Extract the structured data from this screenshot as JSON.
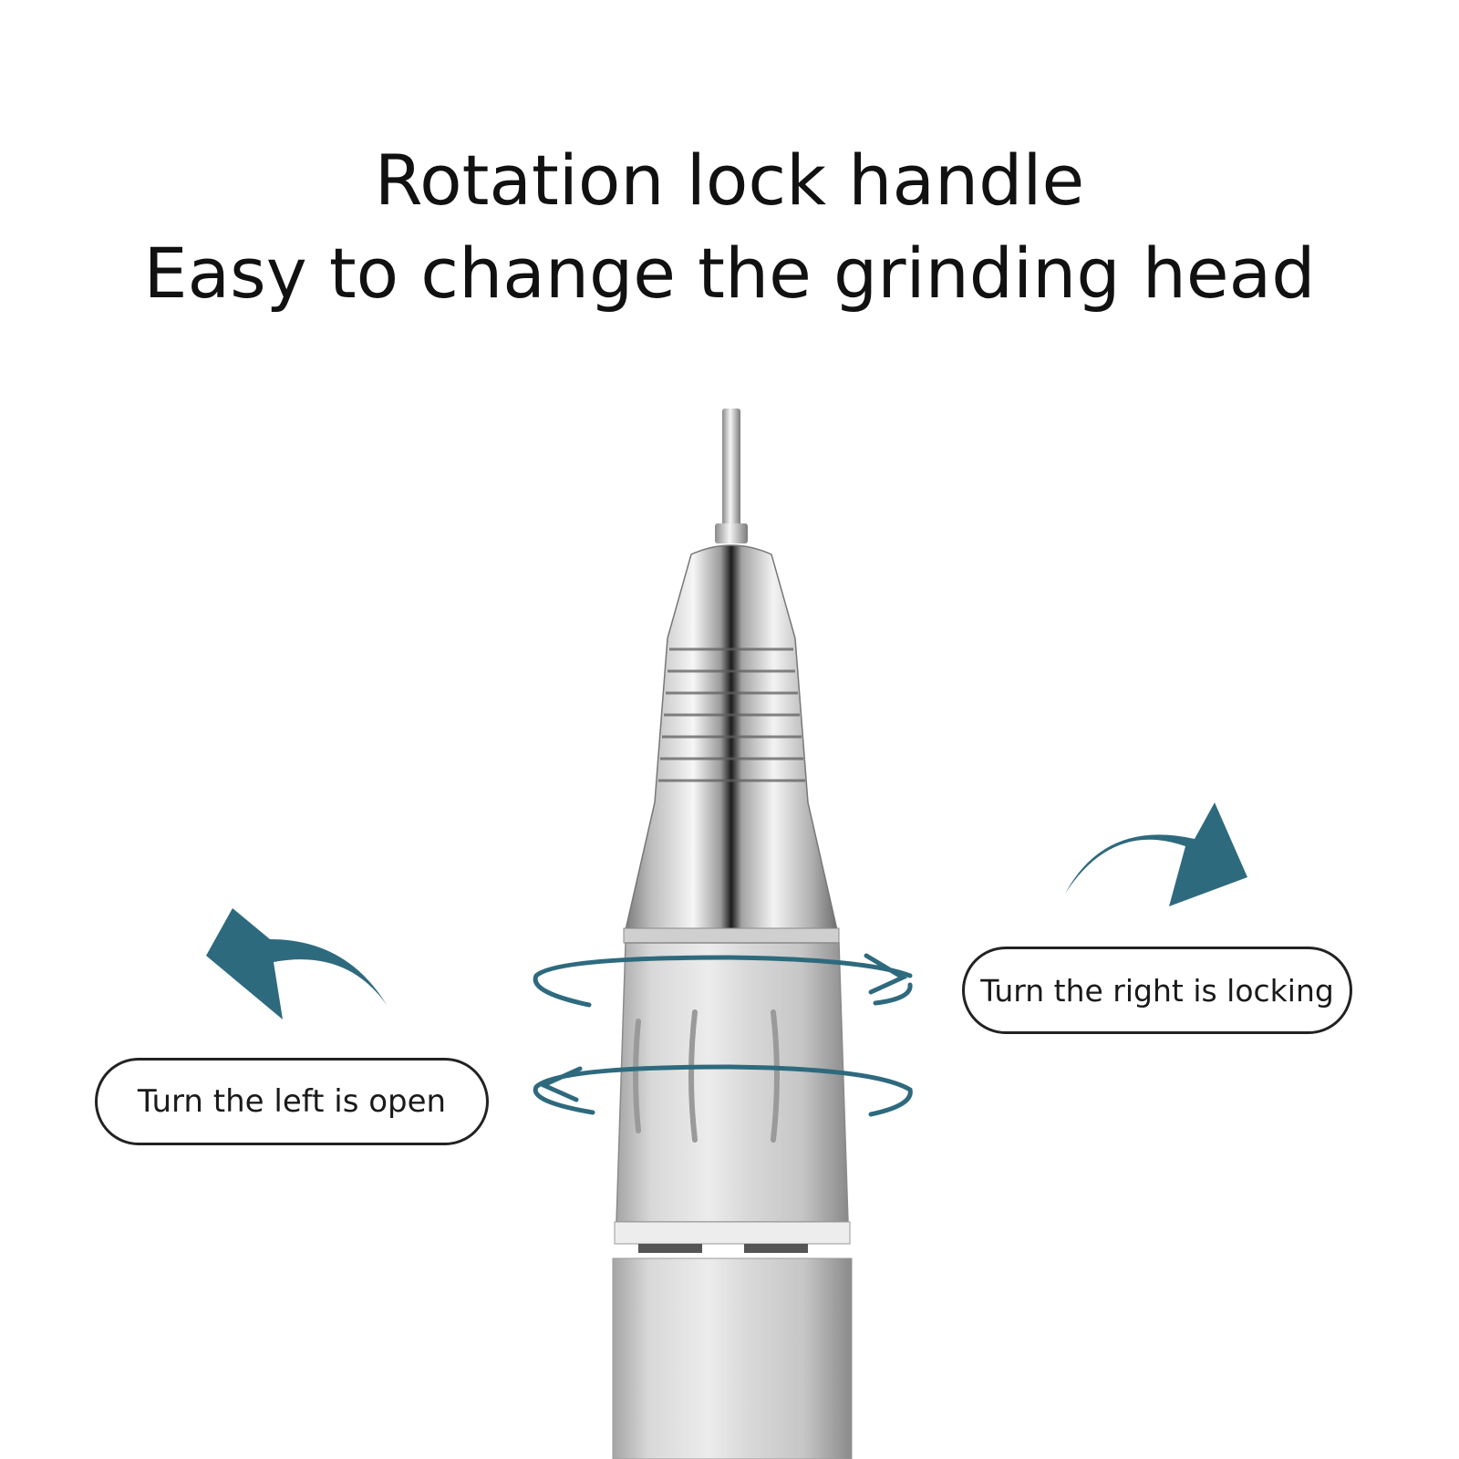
{
  "heading": {
    "line1": "Rotation lock handle",
    "line2": "Easy to change the grinding head"
  },
  "labels": {
    "left": "Turn the left is open",
    "right": "Turn the right is locking"
  },
  "colors": {
    "arrow": "#2e6a7e",
    "text": "#111111",
    "metal_light": "#f4f4f4",
    "metal_dark": "#8d8d8d",
    "background": "#ffffff"
  },
  "icons": {
    "left_arrow": "curved-arrow-left-icon",
    "right_arrow": "curved-arrow-right-icon",
    "rotation": "rotation-ring-icon"
  }
}
